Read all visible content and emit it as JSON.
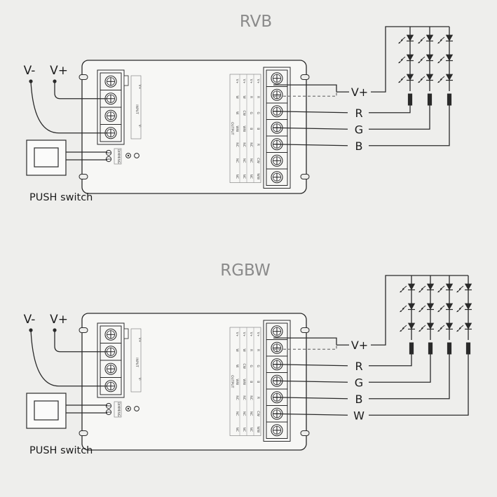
{
  "diagrams": [
    {
      "title": "RVB",
      "input_labels": [
        "V-",
        "V+"
      ],
      "switch_label": "PUSH switch",
      "input_block_label": "INPUT",
      "input_pins": [
        "V+",
        "V-"
      ],
      "output_block_label": "OUTPUT",
      "dimming_label": "DIMMING",
      "output_table": [
        [
          "V+",
          "V+",
          "V+",
          "V+"
        ],
        [
          "W",
          "W",
          "R",
          "R"
        ],
        [
          "W",
          "CW",
          "G",
          "G"
        ],
        [
          "WW",
          "WW",
          "B",
          "B"
        ],
        [
          "NC",
          "NC",
          "NC",
          "R"
        ],
        [
          "NC",
          "NC",
          "NC",
          "CW"
        ],
        [
          "NC",
          "NC",
          "NC",
          "WW"
        ]
      ],
      "output_wires": [
        "V+",
        "R",
        "G",
        "B"
      ],
      "led_columns": 3
    },
    {
      "title": "RGBW",
      "input_labels": [
        "V-",
        "V+"
      ],
      "switch_label": "PUSH switch",
      "input_block_label": "INPUT",
      "input_pins": [
        "V+",
        "V-"
      ],
      "output_block_label": "OUTPUT",
      "dimming_label": "DIMMING",
      "output_table": [
        [
          "V+",
          "V+",
          "V+",
          "V+"
        ],
        [
          "W",
          "W",
          "R",
          "R"
        ],
        [
          "W",
          "CW",
          "G",
          "G"
        ],
        [
          "WW",
          "WW",
          "B",
          "B"
        ],
        [
          "NC",
          "NC",
          "NC",
          "R"
        ],
        [
          "NC",
          "NC",
          "NC",
          "CW"
        ],
        [
          "NC",
          "NC",
          "NC",
          "WW"
        ]
      ],
      "output_wires": [
        "V+",
        "R",
        "G",
        "B",
        "W"
      ],
      "led_columns": 4
    }
  ]
}
